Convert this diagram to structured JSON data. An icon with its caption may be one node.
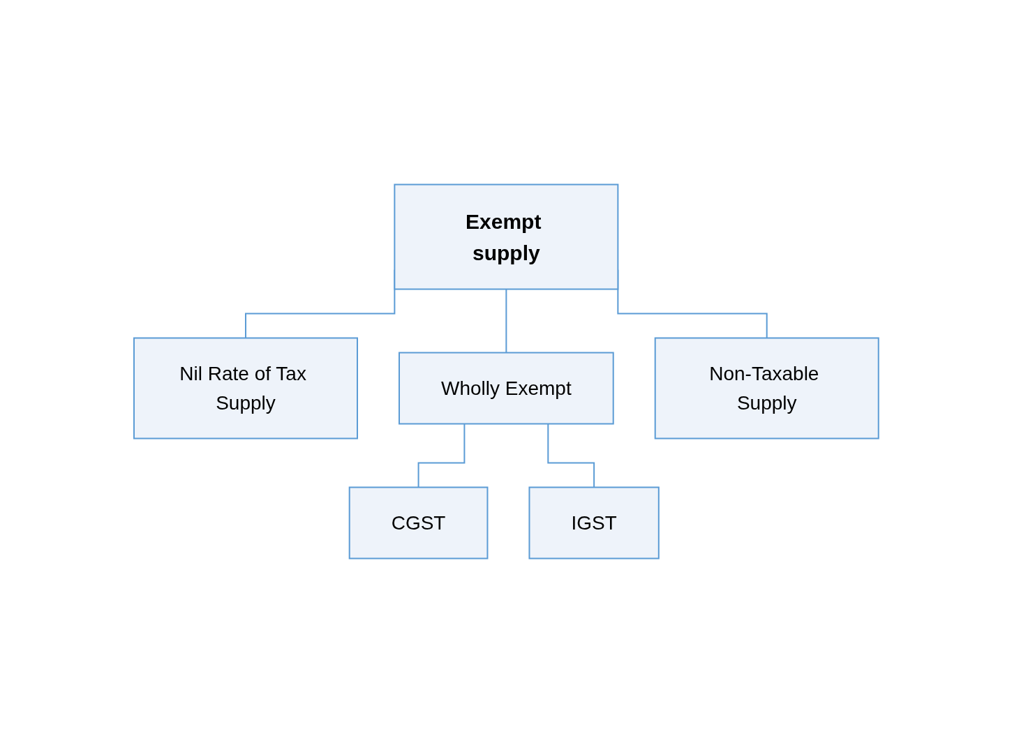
{
  "diagram": {
    "nodes": [
      {
        "text": [
          "Exempt supply"
        ]
      },
      {
        "text": [
          "Nil Rate of Tax Supply"
        ]
      },
      {
        "text": [
          "Wholly Exempt"
        ]
      },
      {
        "text": [
          "Non-Taxable Supply"
        ]
      },
      {
        "text": [
          "CGST"
        ]
      },
      {
        "text": [
          "IGST"
        ]
      }
    ],
    "edges": [
      {
        "from": 0,
        "to": 1,
        "arrow": "none"
      },
      {
        "from": 0,
        "to": 2,
        "arrow": "none"
      },
      {
        "from": 0,
        "to": 3,
        "arrow": "none"
      },
      {
        "from": 2,
        "to": 4,
        "arrow": "none"
      },
      {
        "from": 2,
        "to": 5,
        "arrow": "none"
      }
    ]
  }
}
